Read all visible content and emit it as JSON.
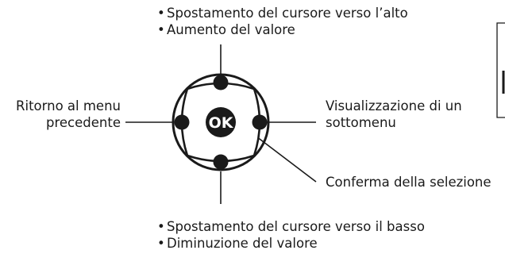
{
  "top": {
    "line1": "Spostamento del cursore verso l’alto",
    "line2": "Aumento del valore"
  },
  "left": {
    "line1": "Ritorno al menu",
    "line2": "precedente"
  },
  "right": {
    "line1": "Visualizzazione di un",
    "line2": "sottomenu"
  },
  "confirm": {
    "text": "Conferma della selezione"
  },
  "bottom": {
    "line1": "Spostamento del cursore verso il basso",
    "line2": "Diminuzione del valore"
  },
  "ok_button": {
    "label": "OK"
  },
  "icons": {
    "up": "arrow-up-icon",
    "down": "arrow-down-icon",
    "left": "arrow-left-icon",
    "right": "arrow-right-icon"
  },
  "colors": {
    "pad": "#1a1a1a",
    "ok": "#1a1a1a"
  }
}
